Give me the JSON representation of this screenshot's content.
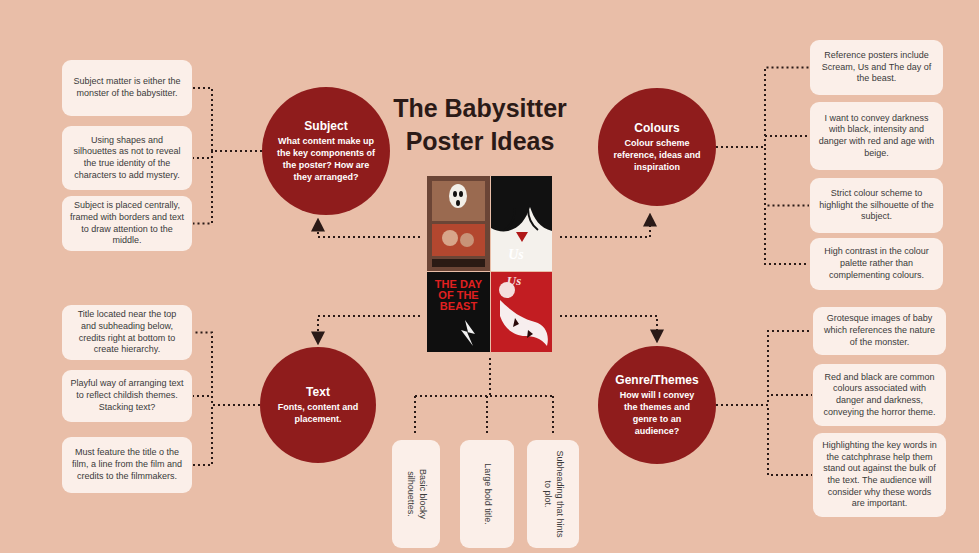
{
  "diagram": {
    "title": "The Babysitter Poster Ideas",
    "nodes": [
      {
        "text": [
          "Subject",
          "What content make up the key components of the poster? How are they arranged?"
        ]
      },
      {
        "text": [
          "Subject matter is either the monster of the babysitter."
        ]
      },
      {
        "text": [
          "Using shapes and silhouettes as not to reveal the true identity of the characters to add mystery."
        ]
      },
      {
        "text": [
          "Subject is placed centrally, framed with borders and text to draw attention to the middle."
        ]
      },
      {
        "text": [
          "Colours",
          "Colour scheme reference, ideas and inspiration"
        ]
      },
      {
        "text": [
          "Reference posters include Scream, Us and The day of the beast."
        ]
      },
      {
        "text": [
          "I want to convey darkness with black, intensity and danger with red and age with beige."
        ]
      },
      {
        "text": [
          "Strict colour scheme to highlight the silhouette of the subject."
        ]
      },
      {
        "text": [
          "High contrast in the colour palette rather than complementing colours."
        ]
      },
      {
        "text": [
          "Text",
          "Fonts, content and placement."
        ]
      },
      {
        "text": [
          "Title located near the top and subheading below, credits right at bottom to create hierarchy."
        ]
      },
      {
        "text": [
          "Playful way of arranging text to reflect childish themes. Stacking text?"
        ]
      },
      {
        "text": [
          "Must feature the title o the film, a line from the film and credits to the filmmakers."
        ]
      },
      {
        "text": [
          "Genre/Themes",
          "How will I convey the themes and genre to an audience?"
        ]
      },
      {
        "text": [
          "Grotesque images of baby which references the nature of the monster."
        ]
      },
      {
        "text": [
          "Red and black are common colours associated with danger and darkness, conveying the horror theme."
        ]
      },
      {
        "text": [
          "Highlighting the key words in the catchphrase help them stand out against the bulk of the text. The audience will consider why these words are important."
        ]
      },
      {
        "text": [
          "Basic blocky silhouettes."
        ]
      },
      {
        "text": [
          "Large bold title."
        ]
      },
      {
        "text": [
          "Subheading that hints to plot."
        ]
      }
    ],
    "edges": [
      {
        "from": 0,
        "to": 1,
        "arrow": "none"
      },
      {
        "from": 0,
        "to": 2,
        "arrow": "none"
      },
      {
        "from": 0,
        "to": 3,
        "arrow": "none"
      },
      {
        "from": 4,
        "to": 5,
        "arrow": "none"
      },
      {
        "from": 4,
        "to": 6,
        "arrow": "none"
      },
      {
        "from": 4,
        "to": 7,
        "arrow": "none"
      },
      {
        "from": 4,
        "to": 8,
        "arrow": "none"
      },
      {
        "from": 9,
        "to": 10,
        "arrow": "none"
      },
      {
        "from": 9,
        "to": 11,
        "arrow": "none"
      },
      {
        "from": 9,
        "to": 12,
        "arrow": "none"
      },
      {
        "from": 13,
        "to": 14,
        "arrow": "none"
      },
      {
        "from": 13,
        "to": 15,
        "arrow": "none"
      },
      {
        "from": 13,
        "to": 16,
        "arrow": "none"
      }
    ],
    "labels": [
      "Us",
      "THE DAY OF THE BEAST",
      "Us"
    ]
  }
}
